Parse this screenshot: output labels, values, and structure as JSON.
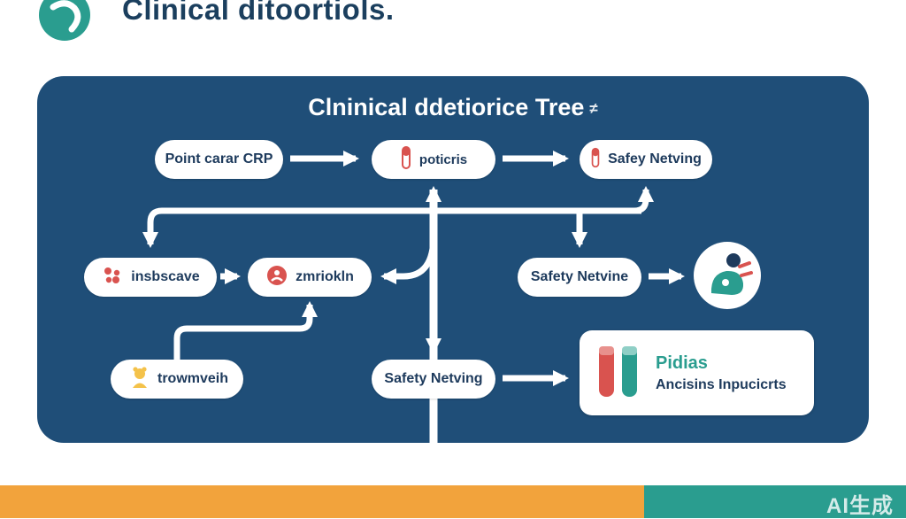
{
  "header": {
    "title": "Clinical ditoortiols.",
    "logo_icon": "teal-swoosh-logo"
  },
  "panel": {
    "title": "Clninical ddetiorice Tree",
    "title_icon": "≠"
  },
  "nodes": {
    "point_care_crp": {
      "label": "Point carar CRP"
    },
    "poticris": {
      "label": "poticris",
      "icon": "test-tube-icon"
    },
    "safety_netving_top": {
      "label": "Safey Netving",
      "icon": "test-tube-icon"
    },
    "insbscave": {
      "label": "insbscave",
      "icon": "cells-icon"
    },
    "zmriokln": {
      "label": "zmriokln",
      "icon": "red-badge-icon"
    },
    "safety_netvine_mid": {
      "label": "Safety Netvine"
    },
    "patient_circle": {
      "icon": "patient-icon"
    },
    "trowmveih": {
      "label": "trowmveih",
      "icon": "child-icon"
    },
    "safety_netving_bottom": {
      "label": "Safety Netving"
    },
    "result_card": {
      "title": "Pidias",
      "subtitle": "Ancisins Inpucicrts",
      "icon": "test-tubes-icon"
    }
  },
  "footer": {
    "watermark": "AI生成"
  },
  "colors": {
    "panel": "#1F4E78",
    "teal": "#2A9D8F",
    "orange": "#F2A33C",
    "red": "#D9534F",
    "navy_text": "#1D3A5C",
    "yellow": "#F4C24A"
  }
}
